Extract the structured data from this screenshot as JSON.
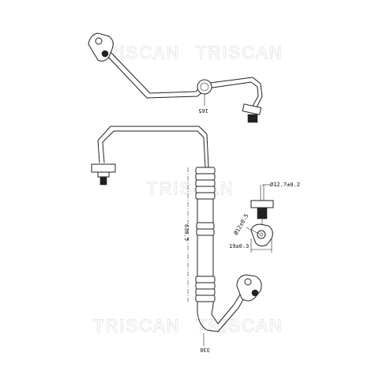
{
  "watermark": {
    "text": "TRISCAN"
  },
  "dimensions": {
    "top_length": "165",
    "main_length": "630.5",
    "diameter_pipe": "Ø12.7±0.2",
    "diameter_hole": "Ø12±0.5",
    "width_flange": "19±0.3",
    "bottom_length": "330"
  }
}
